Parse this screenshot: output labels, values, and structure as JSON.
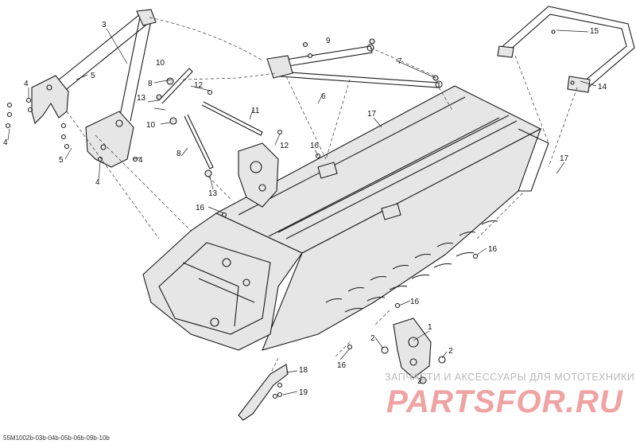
{
  "diagram": {
    "doc_id": "55M1002b-03b-04b-05b-06b-09b-10b",
    "callouts": [
      "1",
      "2",
      "3",
      "4",
      "5",
      "6",
      "7",
      "8",
      "9",
      "10",
      "11",
      "12",
      "13",
      "14",
      "15",
      "16",
      "17",
      "18",
      "19"
    ]
  },
  "watermark": {
    "subtitle": "ЗАПЧАСТИ И АКСЕССУАРЫ ДЛЯ МОТОТЕХНИКИ",
    "brand": "PARTSFOR.RU"
  }
}
